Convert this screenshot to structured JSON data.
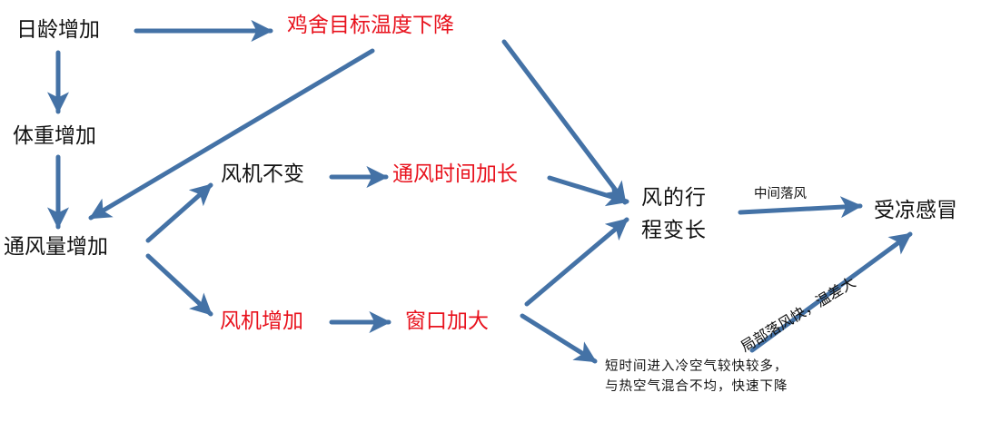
{
  "colors": {
    "arrow": "#4472a6",
    "highlight": "#e8121d",
    "text": "#111111"
  },
  "nodes": {
    "age": "日龄增加",
    "target_temp": "鸡舍目标温度下降",
    "weight": "体重增加",
    "ventilation": "通风量增加",
    "fan_same": "风机不变",
    "vent_time": "通风时间加长",
    "fan_increase": "风机增加",
    "window": "窗口加大",
    "wind_path": "风的行程变长",
    "cold": "受凉感冒",
    "cold_air": "短时间进入冷空气较快较多，与热空气混合不均，快速下降"
  },
  "edge_labels": {
    "middle_wind": "中间落风",
    "local_wind": "局部落风快，温差大"
  }
}
